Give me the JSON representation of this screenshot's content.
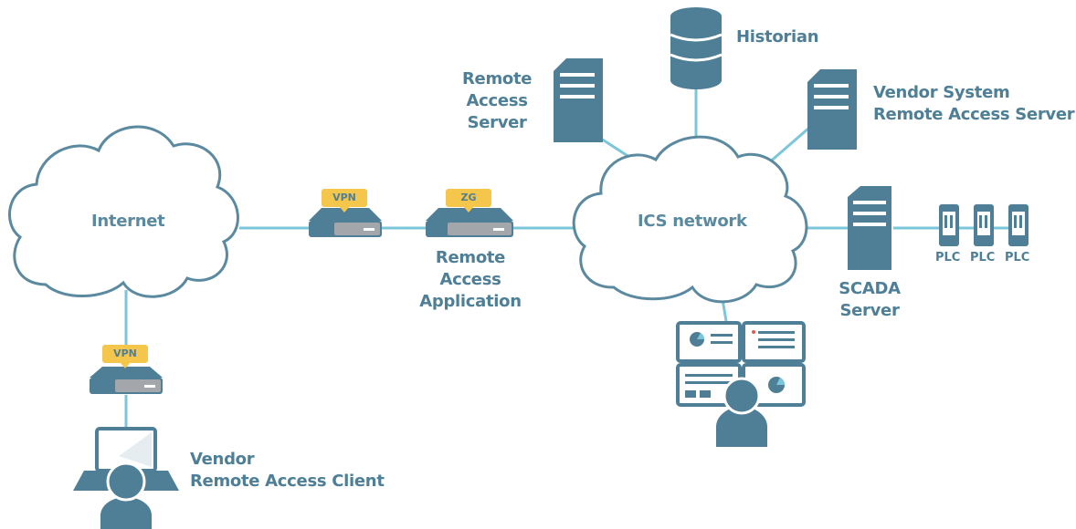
{
  "clouds": {
    "internet": "Internet",
    "ics": "ICS network"
  },
  "badges": {
    "vpn_main": "VPN",
    "zg": "ZG",
    "vpn_client": "VPN"
  },
  "labels": {
    "remote_access_server": [
      "Remote",
      "Access",
      "Server"
    ],
    "historian": "Historian",
    "vendor_system_server": [
      "Vendor System",
      "Remote Access Server"
    ],
    "remote_access_application": [
      "Remote",
      "Access",
      "Application"
    ],
    "scada_server": [
      "SCADA",
      "Server"
    ],
    "vendor_client": [
      "Vendor",
      "Remote Access Client"
    ]
  },
  "plcs": [
    "PLC",
    "PLC",
    "PLC"
  ],
  "colors": {
    "primary": "#4e7f96",
    "device": "#5b8aa0",
    "line": "#7cc6d9",
    "badge": "#f4c64c",
    "cloud_stroke": "#5b8aa0"
  }
}
